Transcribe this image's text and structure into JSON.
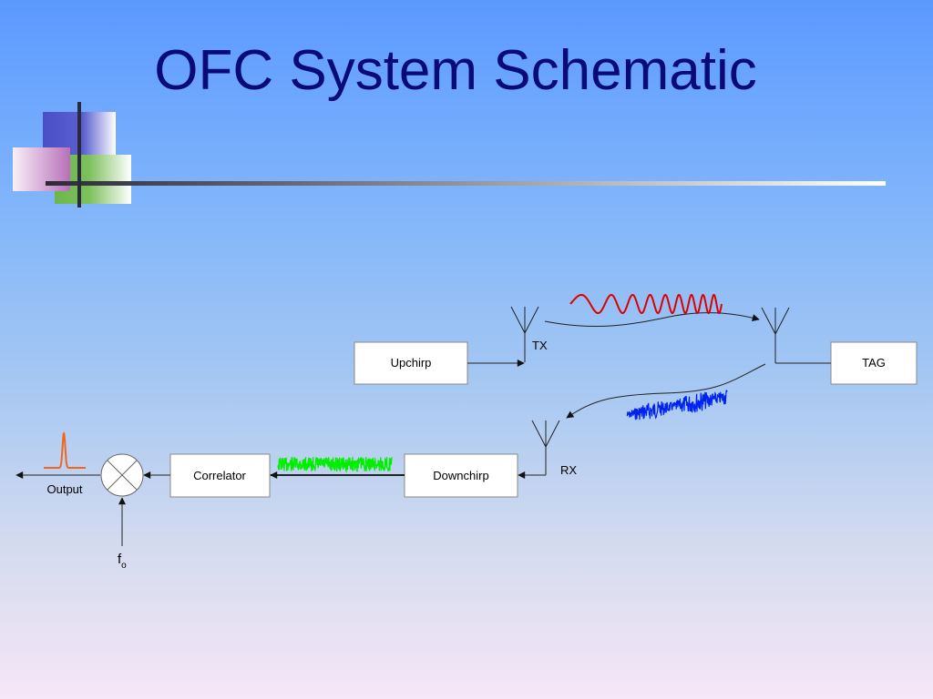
{
  "title": "OFC System Schematic",
  "blocks": {
    "upchirp": "Upchirp",
    "tag": "TAG",
    "downchirp": "Downchirp",
    "correlator": "Correlator"
  },
  "labels": {
    "tx": "TX",
    "rx": "RX",
    "output": "Output",
    "fo_base": "f",
    "fo_sub": "o"
  },
  "colors": {
    "title": "#0a0a78",
    "chirp_signal": "#dd0000",
    "noisy_return": "#0022ee",
    "correlated_signal": "#00ee00",
    "output_pulse": "#ee6622"
  }
}
